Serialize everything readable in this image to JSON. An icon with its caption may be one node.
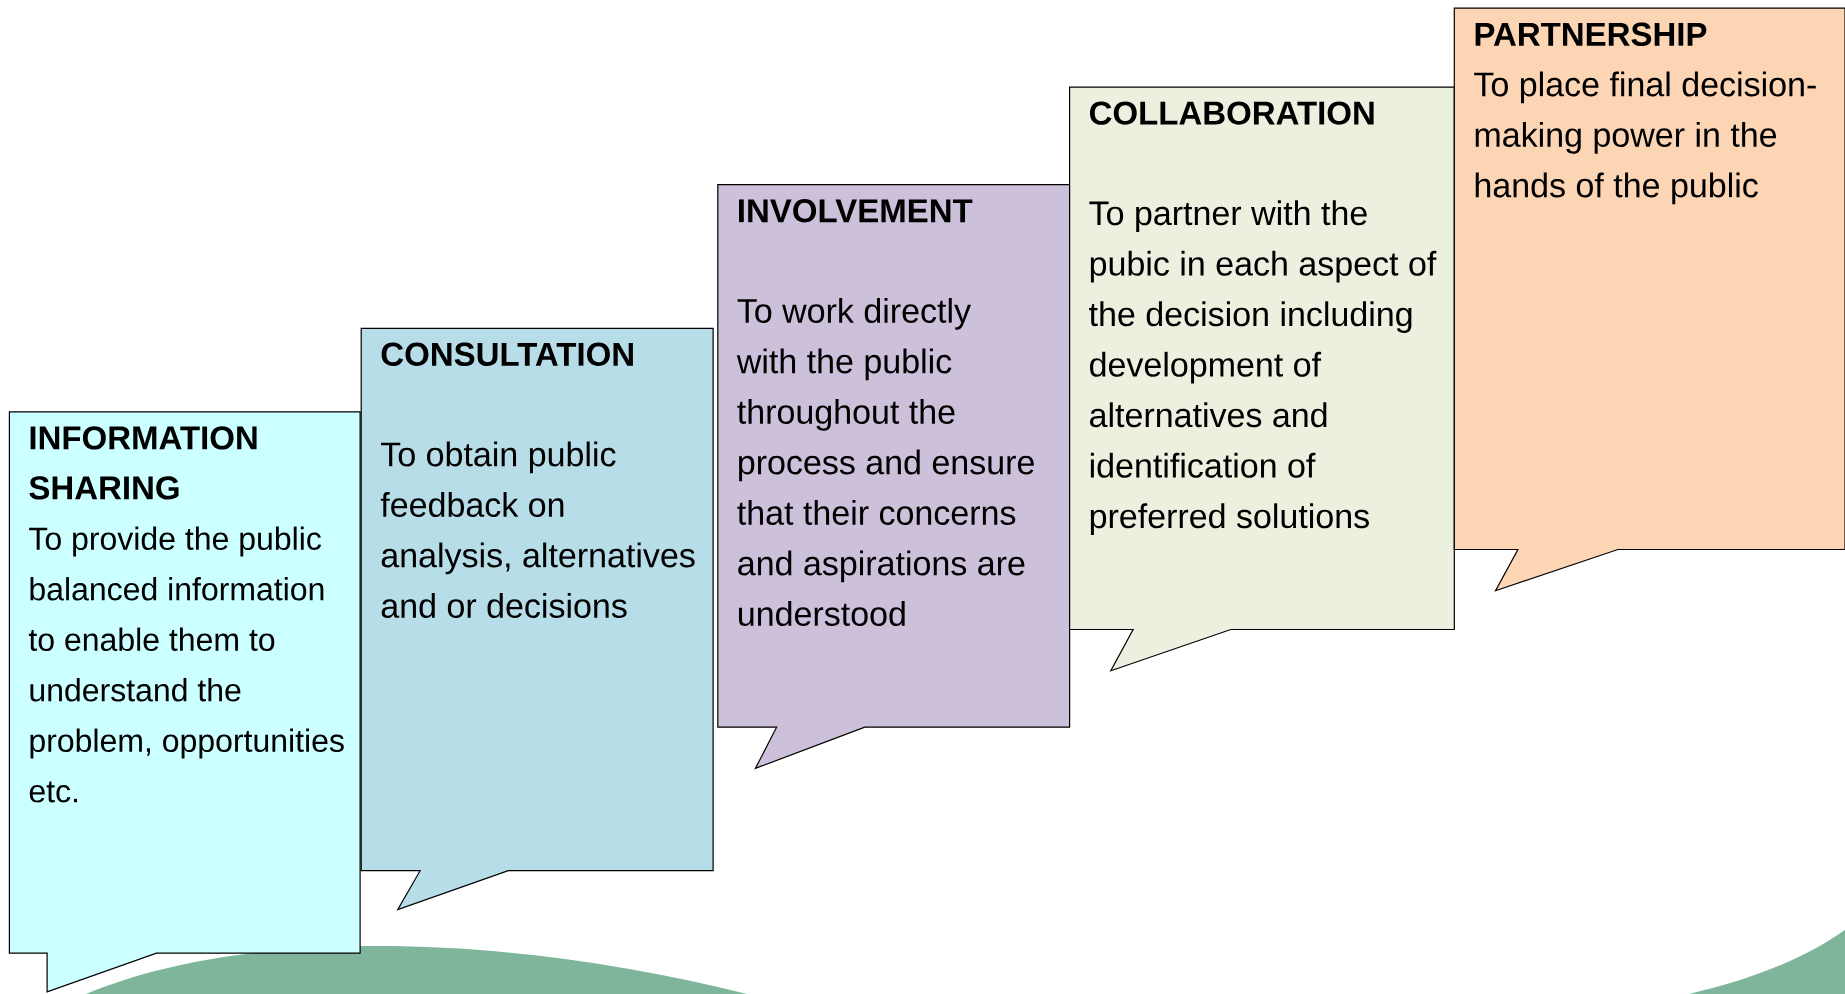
{
  "diagram": {
    "nodes": [
      {
        "text": [
          "INFORMATION SHARING",
          "To provide the public balanced information to enable them to understand the problem, opportunities etc."
        ]
      },
      {
        "text": [
          "CONSULTATION",
          "To obtain public feedback on analysis, alternatives and or decisions"
        ]
      },
      {
        "text": [
          "INVOLVEMENT",
          "To work directly with the public throughout the process and ensure that their concerns and aspirations are understood"
        ]
      },
      {
        "text": [
          "COLLABORATION",
          "To partner with the pubic in each aspect of the decision including development of alternatives and identification of preferred solutions"
        ]
      },
      {
        "text": [
          "PARTNERSHIP",
          "To place final decision-making power in the hands of the public"
        ]
      }
    ]
  }
}
